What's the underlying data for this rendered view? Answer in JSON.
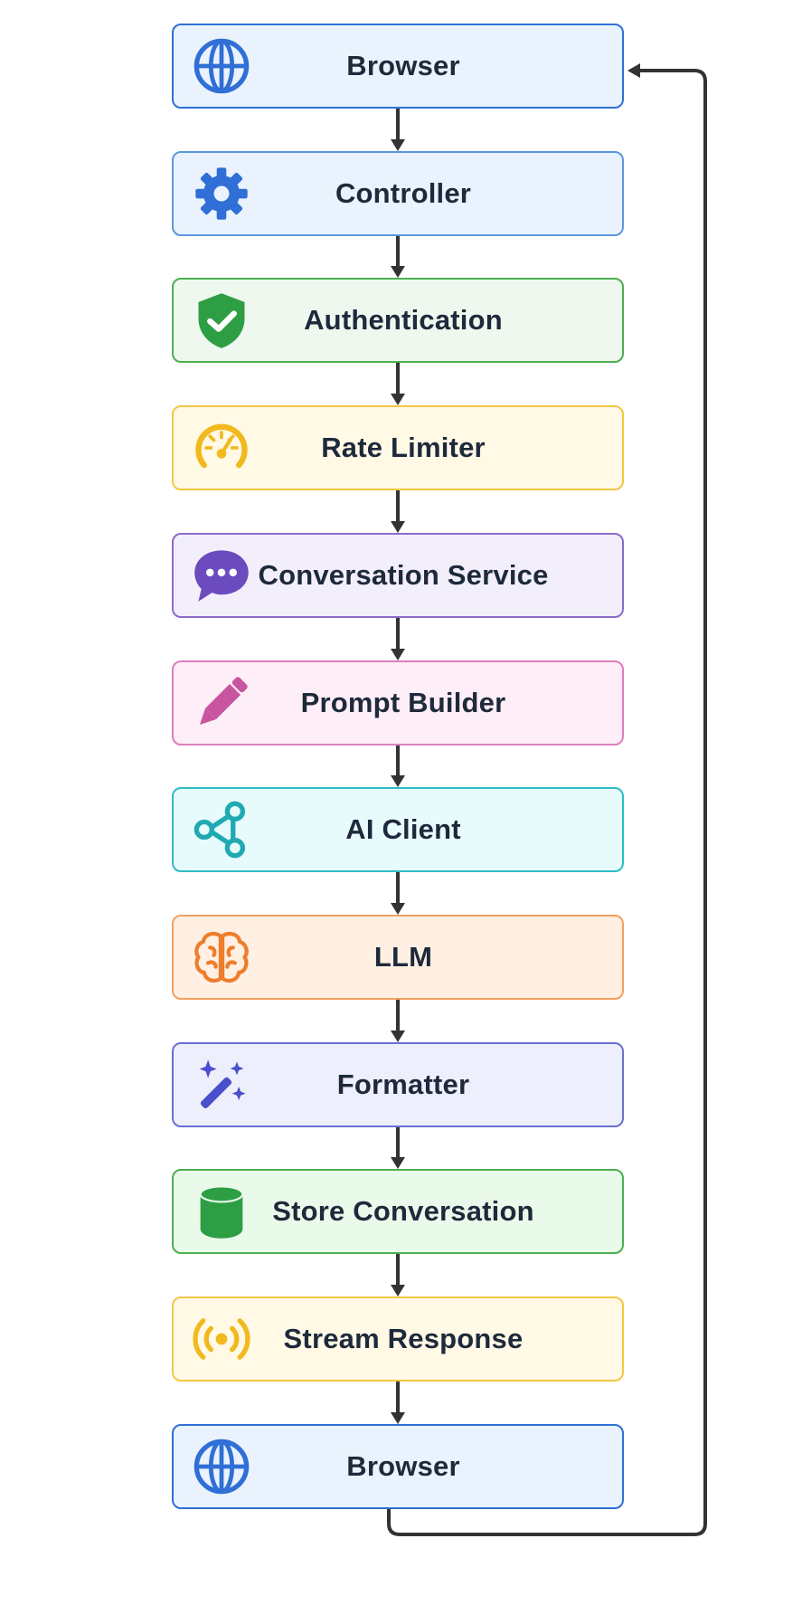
{
  "nodes": [
    {
      "label": "Browser",
      "icon": "globe-icon",
      "border": "#2f6fd6",
      "fill": "#eaf3fd",
      "iconColor": "#2f6fd6"
    },
    {
      "label": "Controller",
      "icon": "gear-icon",
      "border": "#5a98db",
      "fill": "#eaf3fd",
      "iconColor": "#2f6fd6"
    },
    {
      "label": "Authentication",
      "icon": "shield-check-icon",
      "border": "#4caf50",
      "fill": "#eef8ee",
      "iconColor": "#2e9e44"
    },
    {
      "label": "Rate Limiter",
      "icon": "speedometer-icon",
      "border": "#f3c744",
      "fill": "#fff9e6",
      "iconColor": "#f2b91f"
    },
    {
      "label": "Conversation Service",
      "icon": "chat-bubble-icon",
      "border": "#8a6cc9",
      "fill": "#f2effb",
      "iconColor": "#6b4bbd"
    },
    {
      "label": "Prompt Builder",
      "icon": "pencil-icon",
      "border": "#dc7fbd",
      "fill": "#fdeef7",
      "iconColor": "#c9549f"
    },
    {
      "label": "AI Client",
      "icon": "share-nodes-icon",
      "border": "#2dbdc6",
      "fill": "#e8fbfc",
      "iconColor": "#1fa9b3"
    },
    {
      "label": "LLM",
      "icon": "brain-icon",
      "border": "#f3a060",
      "fill": "#fff0e3",
      "iconColor": "#ee7d2c"
    },
    {
      "label": "Formatter",
      "icon": "magic-wand-icon",
      "border": "#6b6fd3",
      "fill": "#eeeffc",
      "iconColor": "#4a4fcb"
    },
    {
      "label": "Store Conversation",
      "icon": "database-icon",
      "border": "#4caf50",
      "fill": "#eafaea",
      "iconColor": "#2e9e44"
    },
    {
      "label": "Stream Response",
      "icon": "broadcast-icon",
      "border": "#f3c744",
      "fill": "#fff9e6",
      "iconColor": "#f2b91f"
    },
    {
      "label": "Browser",
      "icon": "globe-icon",
      "border": "#2f6fd6",
      "fill": "#eaf3fd",
      "iconColor": "#2f6fd6"
    }
  ]
}
